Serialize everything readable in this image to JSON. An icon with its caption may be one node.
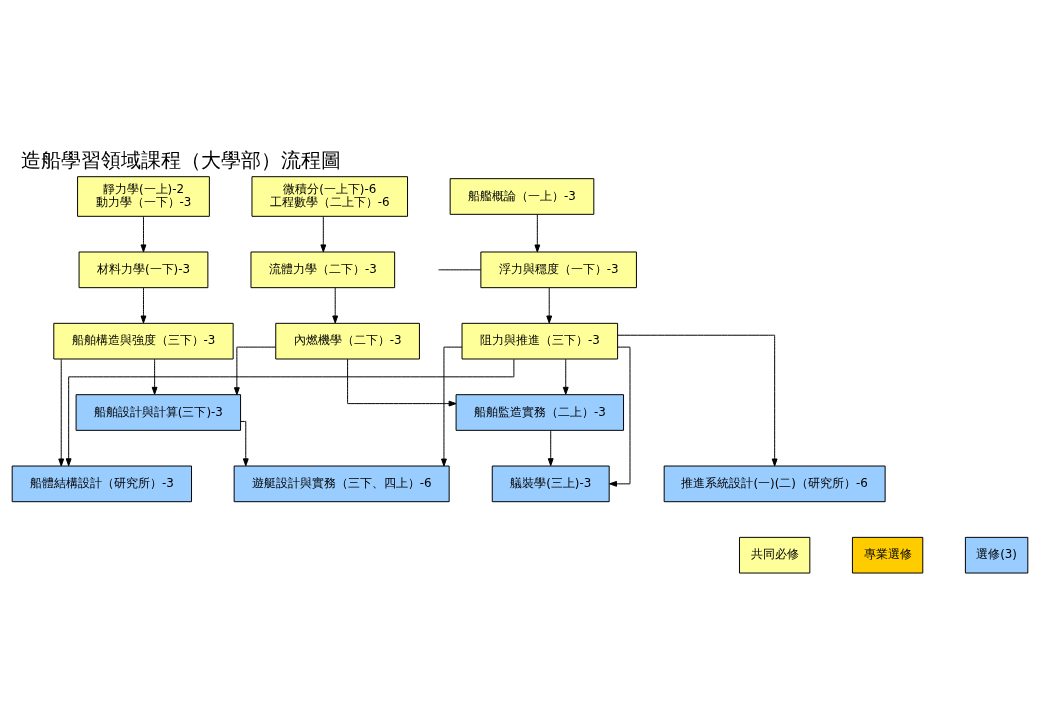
{
  "diagram": {
    "title": "造船學習領域課程（大學部）流程圖",
    "nodes": [
      {
        "text": [
          "靜力學(一上)-2",
          "動力學（一下）-3"
        ]
      },
      {
        "text": [
          "微積分(一上下)-6",
          "工程數學（二上下）-6"
        ]
      },
      {
        "text": [
          "船艦概論（一上）-3"
        ]
      },
      {
        "text": [
          "材料力學(一下)-3"
        ]
      },
      {
        "text": [
          "流體力學（二下）-3"
        ]
      },
      {
        "text": [
          "浮力與穩度（一下）-3"
        ]
      },
      {
        "text": [
          "船舶構造與強度（三下）-3"
        ]
      },
      {
        "text": [
          "內燃機學（二下）-3"
        ]
      },
      {
        "text": [
          "阻力與推進（三下）-3"
        ]
      },
      {
        "text": [
          "船舶設計與計算(三下)-3"
        ]
      },
      {
        "text": [
          "船舶監造實務（二上）-3"
        ]
      },
      {
        "text": [
          "船體結構設計（研究所）-3"
        ]
      },
      {
        "text": [
          "遊艇設計與實務（三下、四上）-6"
        ]
      },
      {
        "text": [
          "艤裝學(三上)-3"
        ]
      },
      {
        "text": [
          "推進系統設計(一)(二)（研究所）-6"
        ]
      }
    ],
    "edges": [
      {
        "from": 0,
        "to": 3,
        "arrow": "to"
      },
      {
        "from": 1,
        "to": 4,
        "arrow": "to"
      },
      {
        "from": 2,
        "to": 5,
        "arrow": "to"
      },
      {
        "from": null,
        "to": 5,
        "arrow": "none"
      },
      {
        "from": 3,
        "to": 6,
        "arrow": "to"
      },
      {
        "from": 4,
        "to": 7,
        "arrow": "to"
      },
      {
        "from": 5,
        "to": 8,
        "arrow": "to"
      },
      {
        "from": 6,
        "to": 9,
        "arrow": "to"
      },
      {
        "from": 7,
        "to": 9,
        "arrow": "to"
      },
      {
        "from": 7,
        "to": 10,
        "arrow": "to"
      },
      {
        "from": 8,
        "to": 10,
        "arrow": "to"
      },
      {
        "from": 6,
        "to": 11,
        "arrow": "to"
      },
      {
        "from": 9,
        "to": 12,
        "arrow": "to"
      },
      {
        "from": 10,
        "to": 13,
        "arrow": "to"
      },
      {
        "from": 8,
        "to": 14,
        "arrow": "to"
      },
      {
        "from": 8,
        "to": 11,
        "arrow": "to"
      },
      {
        "from": 8,
        "to": 12,
        "arrow": "to"
      },
      {
        "from": 8,
        "to": 13,
        "arrow": "to"
      }
    ],
    "legend": [
      {
        "text": "共同必修",
        "color": "#ffff99"
      },
      {
        "text": "專業選修",
        "color": "#ffcc00"
      },
      {
        "text": "選修(3)",
        "color": "#99ccff"
      }
    ]
  }
}
